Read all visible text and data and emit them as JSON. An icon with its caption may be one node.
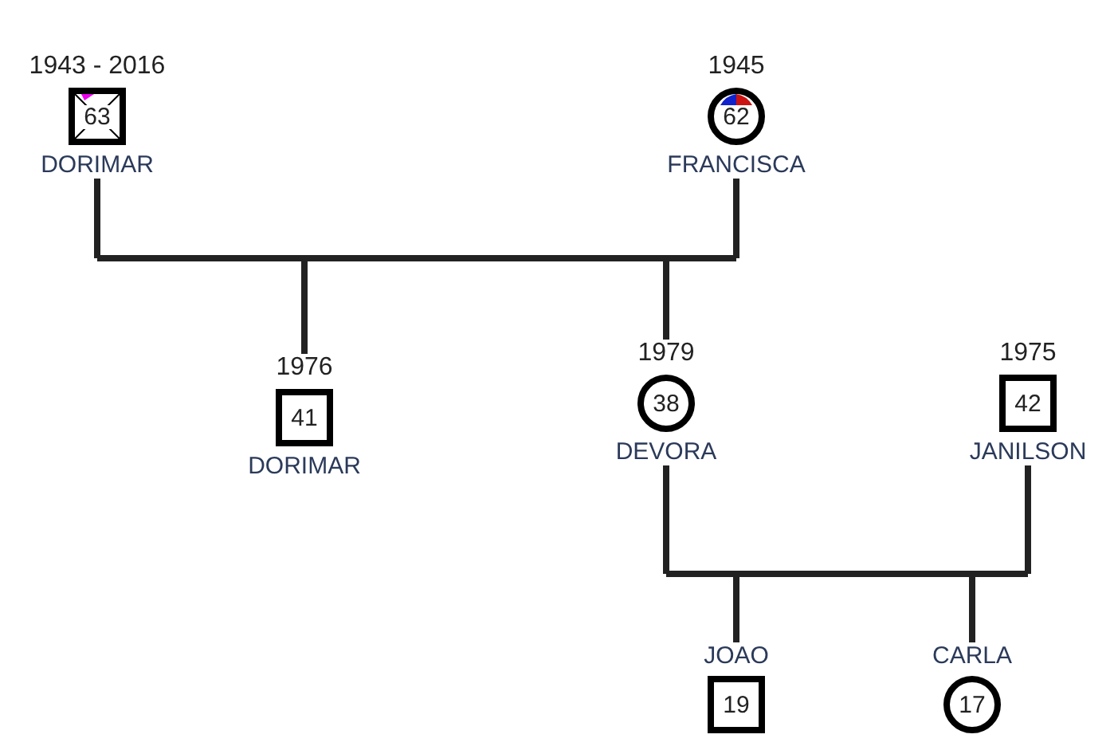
{
  "diagram": {
    "nodes": [
      {
        "text": [
          "63"
        ],
        "beside": [
          "1943 - 2016",
          "DORIMAR"
        ]
      },
      {
        "text": [
          "62"
        ],
        "beside": [
          "1945",
          "FRANCISCA"
        ]
      },
      {
        "text": [
          "41"
        ],
        "beside": [
          "1976",
          "DORIMAR"
        ]
      },
      {
        "text": [
          "38"
        ],
        "beside": [
          "1979",
          "DEVORA"
        ]
      },
      {
        "text": [
          "42"
        ],
        "beside": [
          "1975",
          "JANILSON"
        ]
      },
      {
        "text": [
          "19"
        ],
        "beside": [
          "JOAO"
        ]
      },
      {
        "text": [
          "17"
        ],
        "beside": [
          "CARLA"
        ]
      }
    ],
    "edges": [
      {
        "from": 0,
        "to": 2,
        "arrow": "none"
      },
      {
        "from": 0,
        "to": 3,
        "arrow": "none"
      },
      {
        "from": 1,
        "to": 2,
        "arrow": "none"
      },
      {
        "from": 1,
        "to": 3,
        "arrow": "none"
      },
      {
        "from": 3,
        "to": 5,
        "arrow": "none"
      },
      {
        "from": 3,
        "to": 6,
        "arrow": "none"
      },
      {
        "from": 4,
        "to": 5,
        "arrow": "none"
      },
      {
        "from": 4,
        "to": 6,
        "arrow": "none"
      }
    ]
  }
}
